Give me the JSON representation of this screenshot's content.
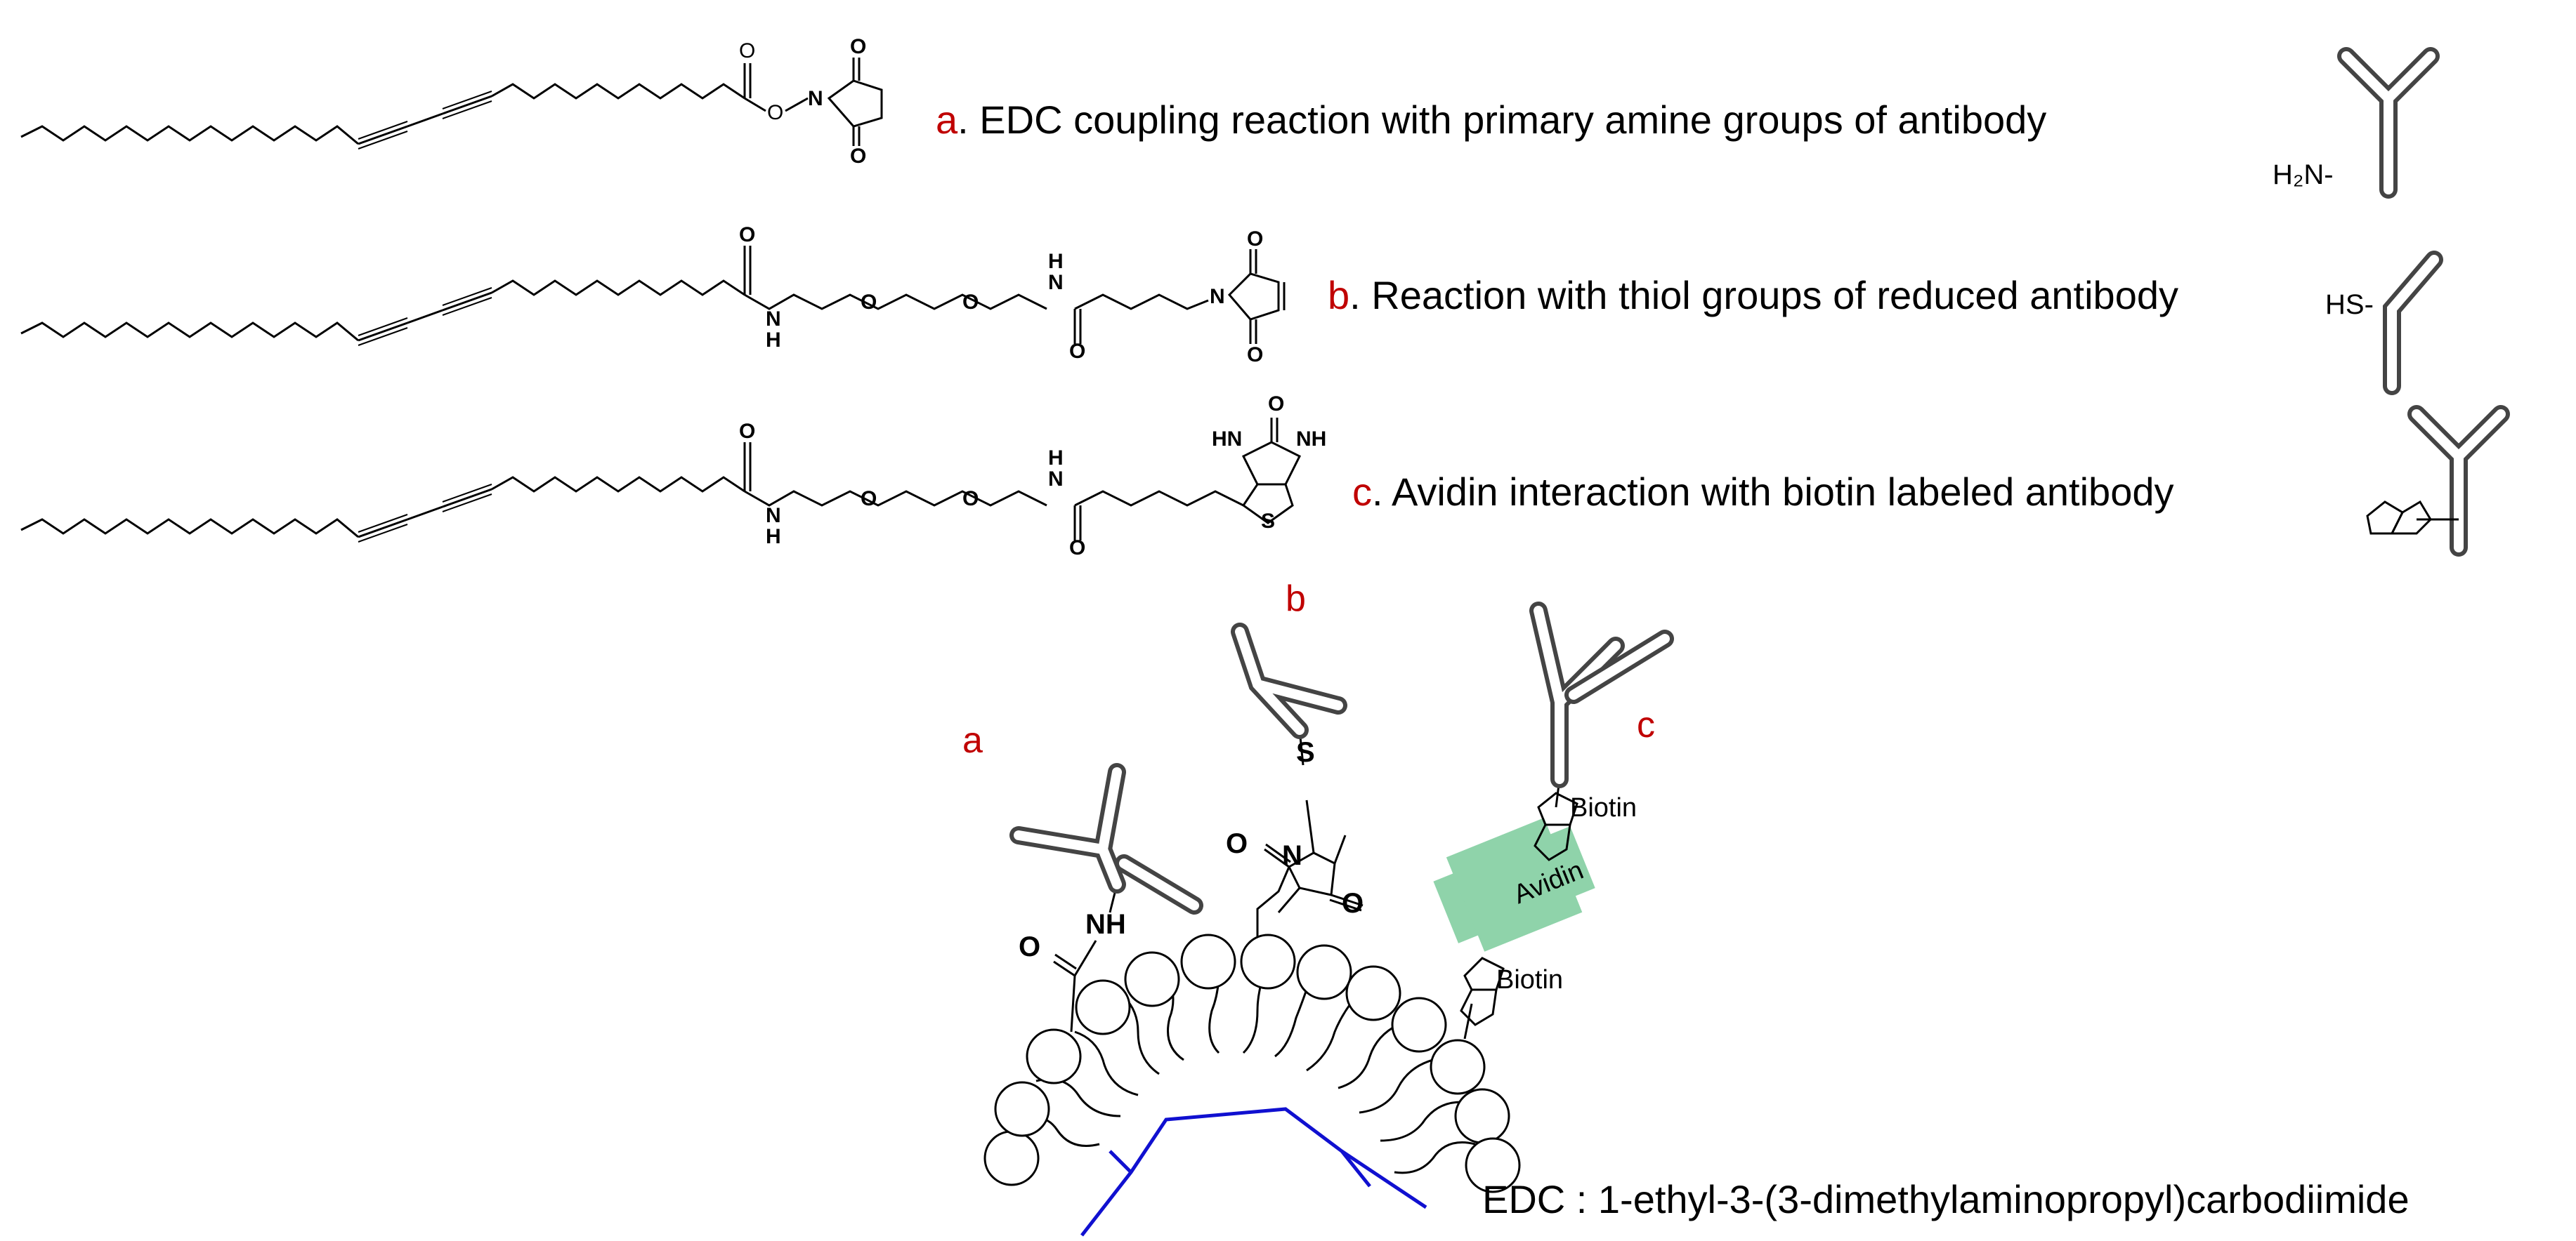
{
  "colors": {
    "accent_red": "#c00000",
    "polymer_blue": "#1010d0",
    "avidin_green": "#8fd3aa",
    "antibody_gray": "#777777"
  },
  "reactions": [
    {
      "letter": "a",
      "text": ". EDC coupling reaction with primary amine groups of antibody",
      "antibody_label": "H₂N-"
    },
    {
      "letter": "b",
      "text": ". Reaction with thiol groups of reduced antibody",
      "antibody_label": "HS-"
    },
    {
      "letter": "c",
      "text": ". Avidin interaction with biotin labeled antibody",
      "antibody_label": ""
    }
  ],
  "chem_labels": {
    "o": "O",
    "n": "N",
    "s": "S",
    "h": "H",
    "nh": "NH",
    "hn": "HN"
  },
  "assembly": {
    "label_a": "a",
    "label_b": "b",
    "label_c": "c",
    "biotin_top": "Biotin",
    "biotin_bottom": "Biotin",
    "avidin": "Avidin"
  },
  "footnote": "EDC : 1-ethyl-3-(3-dimethylaminopropyl)carbodiimide"
}
